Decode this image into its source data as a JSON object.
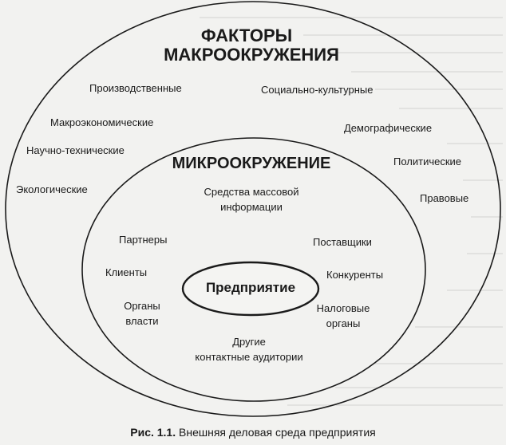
{
  "diagram": {
    "macro": {
      "title_line1": "ФАКТОРЫ",
      "title_line2": "МАКРООКРУЖЕНИЯ",
      "factors": {
        "production": "Производственные",
        "sociocultural": "Социально-культурные",
        "macroeconomic": "Макроэкономические",
        "demographic": "Демографические",
        "scientific": "Научно-технические",
        "political": "Политические",
        "ecological": "Экологические",
        "legal": "Правовые"
      }
    },
    "micro": {
      "title": "МИКРООКРУЖЕНИЕ",
      "factors": {
        "media_line1": "Средства массовой",
        "media_line2": "информации",
        "partners": "Партнеры",
        "suppliers": "Поставщики",
        "clients": "Клиенты",
        "competitors": "Конкуренты",
        "authorities_line1": "Органы",
        "authorities_line2": "власти",
        "tax_line1": "Налоговые",
        "tax_line2": "органы",
        "other_line1": "Другие",
        "other_line2": "контактные аудитории"
      }
    },
    "center": {
      "title": "Предприятие"
    }
  },
  "caption": {
    "number": "Рис. 1.1.",
    "text": "Внешняя деловая среда предприятия"
  }
}
